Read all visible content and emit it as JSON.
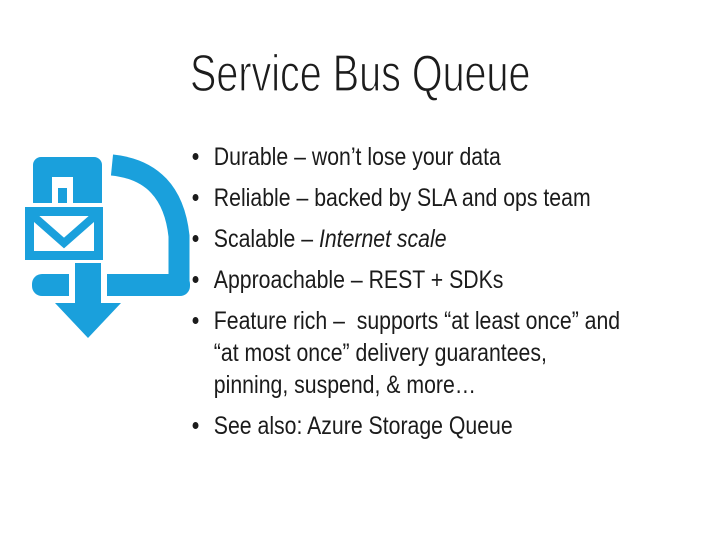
{
  "slide": {
    "title": "Service Bus Queue",
    "bullets": [
      {
        "lines": [
          "Durable – won’t lose your data"
        ]
      },
      {
        "lines": [
          "Reliable – backed by SLA and ops team"
        ]
      },
      {
        "prefix": "Scalable – ",
        "italic": "Internet scale"
      },
      {
        "lines": [
          "Approachable – REST + SDKs"
        ]
      },
      {
        "lines": [
          "Feature rich –  supports “at least once” and",
          "“at most once” delivery guarantees,",
          "pinning, suspend, & more…"
        ]
      },
      {
        "lines": [
          "See also: Azure Storage Queue"
        ]
      }
    ],
    "icon": {
      "label": "service-bus-queue-icon"
    },
    "colors": {
      "background": "#ffffff",
      "text": "#1b1b1b",
      "accent_blue": "#1AA0DC"
    }
  }
}
